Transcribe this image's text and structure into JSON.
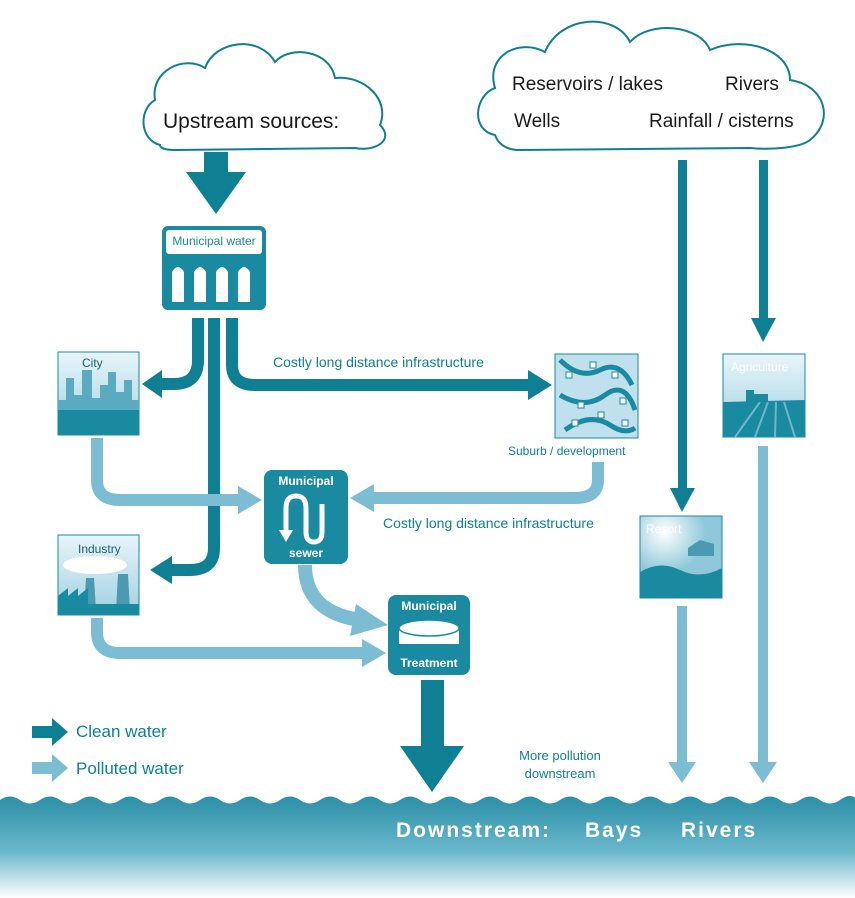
{
  "upstream": {
    "label": "Upstream sources:"
  },
  "sources": {
    "reservoirs": "Reservoirs / lakes",
    "rivers": "Rivers",
    "wells": "Wells",
    "rainfall": "Rainfall / cisterns"
  },
  "nodes": {
    "municipal_water": "Municipal water",
    "city": "City",
    "industry": "Industry",
    "suburb": "Suburb / development",
    "agriculture": "Agriculture",
    "resort": "Resort",
    "sewer_top": "Municipal",
    "sewer_bottom": "sewer",
    "treatment_top": "Municipal",
    "treatment_bottom": "Treatment"
  },
  "annotations": {
    "infra_top": "Costly long distance infrastructure",
    "infra_bottom": "Costly long distance infrastructure",
    "more_pollution_1": "More pollution",
    "more_pollution_2": "downstream"
  },
  "legend": {
    "clean": "Clean water",
    "polluted": "Polluted water"
  },
  "downstream": {
    "label": "Downstream:",
    "bays": "Bays",
    "rivers": "Rivers"
  },
  "colors": {
    "clean": "#0f7f94",
    "polluted": "#7dbdd3",
    "box_dark": "#1a8aa0",
    "box_light": "#bfe0ec",
    "water_top": "#2a8fa6",
    "water_bottom": "#ffffff"
  }
}
